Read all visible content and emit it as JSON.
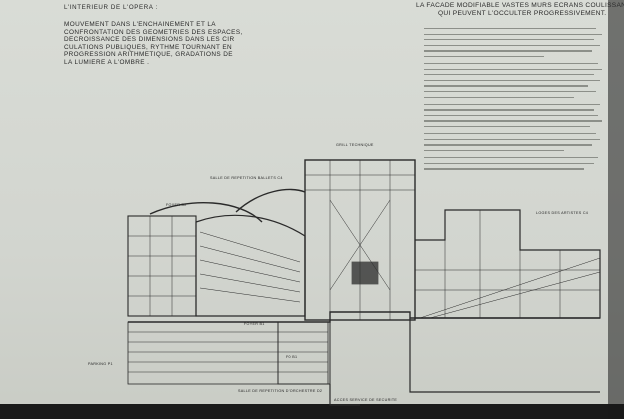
{
  "left_text": {
    "heading": "L'INTERIEUR DE L'OPERA :",
    "lines": [
      "MOUVEMENT DANS L'ENCHAINEMENT ET LA",
      "CONFRONTATION DES GEOMETRIES DES ESPACES,",
      "DECROISSANCE DES DIMENSIONS DANS LES CIR",
      "CULATIONS PUBLIQUES, RYTHME TOURNANT EN",
      "PROGRESSION ARITHMETIQUE, GRADATIONS DE",
      "LA LUMIERE A L'OMBRE ."
    ]
  },
  "right_text": {
    "heading_line1": "LA FACADE MODIFIABLE VASTES MURS ECRANS COULISSANTS",
    "heading_line2": "QUI PEUVENT L'OCCULTER  PROGRESSIVEMENT."
  },
  "labels": {
    "grill": "GRILL TECHNIQUE",
    "salle_ballets": "SALLE DE REPETITION BALLETS  C4",
    "foyer": "FOYER  B2",
    "loges": "LOGES DES ARTISTES  C4",
    "foyer_b1": "FOYER  B1",
    "parking": "PARKING  P1",
    "orchestre": "SALLE DE REPETITION D'ORCHESTRE  D2",
    "acces": "ACCES SERVICE DE SECURITE",
    "fosse": "F0  B1"
  }
}
